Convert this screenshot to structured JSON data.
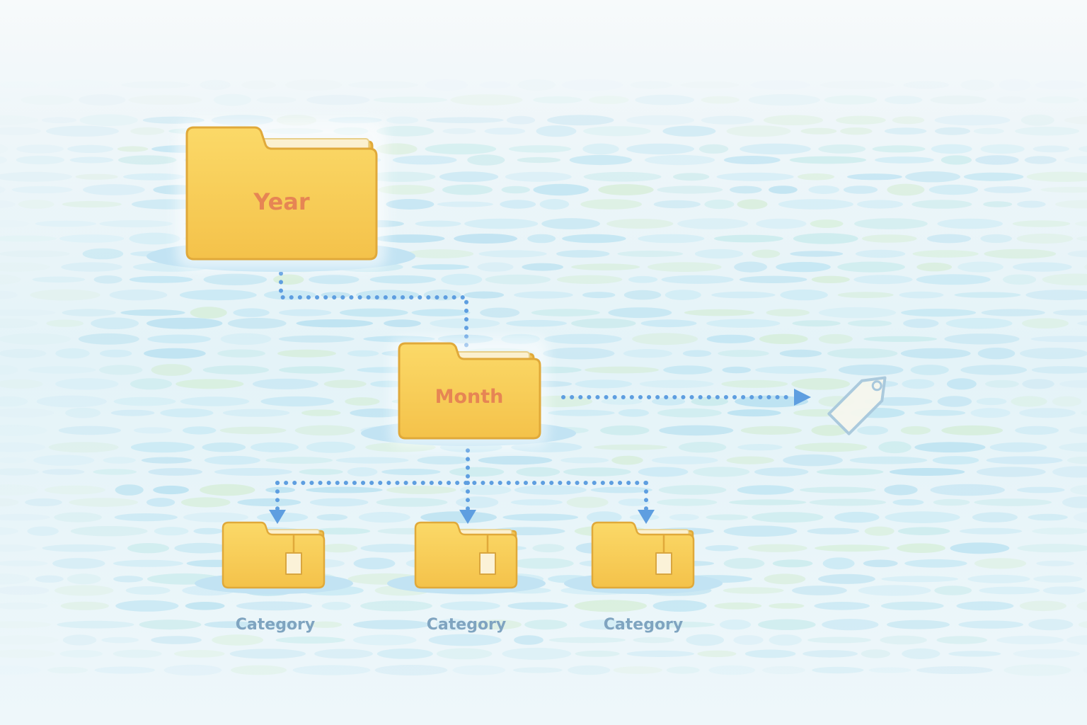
{
  "diagram": {
    "root": {
      "label": "Year",
      "icon": "folder-icon"
    },
    "child": {
      "label": "Month",
      "icon": "folder-icon"
    },
    "leaves": [
      {
        "label": "Category",
        "icon": "tagged-folder-icon"
      },
      {
        "label": "Category",
        "icon": "tagged-folder-icon"
      },
      {
        "label": "Category",
        "icon": "tagged-folder-icon"
      }
    ],
    "side_icon": "tag-icon"
  },
  "colors": {
    "folder_fill": "#f8cd55",
    "folder_stroke": "#e0a93a",
    "folder_label": "#e68554",
    "connector": "#5e9ee0",
    "category_label": "#7fa4c0",
    "tag_stroke": "#a8c8dc",
    "tag_fill": "#f6f7ee",
    "water": "#a9dcef"
  }
}
